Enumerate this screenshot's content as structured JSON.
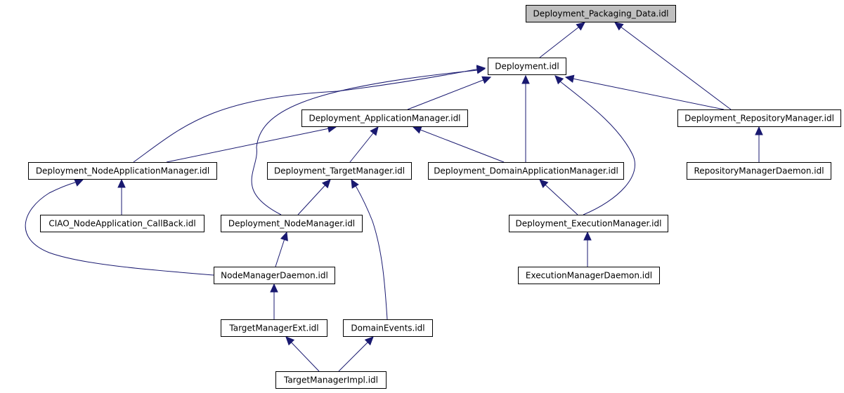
{
  "nodes": [
    {
      "id": "deployment_packaging_data",
      "label": "Deployment_Packaging_Data.idl",
      "root": true
    },
    {
      "id": "deployment",
      "label": "Deployment.idl"
    },
    {
      "id": "deployment_applicationmanager",
      "label": "Deployment_ApplicationManager.idl"
    },
    {
      "id": "deployment_repositorymanager",
      "label": "Deployment_RepositoryManager.idl"
    },
    {
      "id": "deployment_nodeapplicationmanager",
      "label": "Deployment_NodeApplicationManager.idl"
    },
    {
      "id": "deployment_targetmanager",
      "label": "Deployment_TargetManager.idl"
    },
    {
      "id": "deployment_domainapplicationmanager",
      "label": "Deployment_DomainApplicationManager.idl"
    },
    {
      "id": "repositorymanagerdaemon",
      "label": "RepositoryManagerDaemon.idl"
    },
    {
      "id": "ciao_nodeapplication_callback",
      "label": "CIAO_NodeApplication_CallBack.idl"
    },
    {
      "id": "deployment_nodemanager",
      "label": "Deployment_NodeManager.idl"
    },
    {
      "id": "deployment_executionmanager",
      "label": "Deployment_ExecutionManager.idl"
    },
    {
      "id": "nodemanagerdaemon",
      "label": "NodeManagerDaemon.idl"
    },
    {
      "id": "executionmanagerdaemon",
      "label": "ExecutionManagerDaemon.idl"
    },
    {
      "id": "targetmanagerext",
      "label": "TargetManagerExt.idl"
    },
    {
      "id": "domainevents",
      "label": "DomainEvents.idl"
    },
    {
      "id": "targetmanagerimpl",
      "label": "TargetManagerImpl.idl"
    }
  ],
  "edges": [
    {
      "from": "deployment",
      "to": "deployment_packaging_data"
    },
    {
      "from": "deployment_repositorymanager",
      "to": "deployment_packaging_data"
    },
    {
      "from": "deployment_applicationmanager",
      "to": "deployment"
    },
    {
      "from": "deployment_repositorymanager",
      "to": "deployment"
    },
    {
      "from": "deployment_nodeapplicationmanager",
      "to": "deployment"
    },
    {
      "from": "deployment_nodemanager",
      "to": "deployment"
    },
    {
      "from": "deployment_domainapplicationmanager",
      "to": "deployment"
    },
    {
      "from": "deployment_executionmanager",
      "to": "deployment"
    },
    {
      "from": "deployment_nodeapplicationmanager",
      "to": "deployment_applicationmanager"
    },
    {
      "from": "deployment_targetmanager",
      "to": "deployment_applicationmanager"
    },
    {
      "from": "deployment_domainapplicationmanager",
      "to": "deployment_applicationmanager"
    },
    {
      "from": "repositorymanagerdaemon",
      "to": "deployment_repositorymanager"
    },
    {
      "from": "ciao_nodeapplication_callback",
      "to": "deployment_nodeapplicationmanager"
    },
    {
      "from": "nodemanagerdaemon",
      "to": "deployment_nodeapplicationmanager"
    },
    {
      "from": "deployment_nodemanager",
      "to": "deployment_targetmanager"
    },
    {
      "from": "domainevents",
      "to": "deployment_targetmanager"
    },
    {
      "from": "deployment_executionmanager",
      "to": "deployment_domainapplicationmanager"
    },
    {
      "from": "nodemanagerdaemon",
      "to": "deployment_nodemanager"
    },
    {
      "from": "executionmanagerdaemon",
      "to": "deployment_executionmanager"
    },
    {
      "from": "targetmanagerext",
      "to": "nodemanagerdaemon"
    },
    {
      "from": "targetmanagerimpl",
      "to": "targetmanagerext"
    },
    {
      "from": "targetmanagerimpl",
      "to": "domainevents"
    }
  ],
  "colors": {
    "edge": "#191970",
    "node_border": "#000000",
    "node_fill": "#ffffff",
    "root_fill": "#bfbfbf"
  }
}
